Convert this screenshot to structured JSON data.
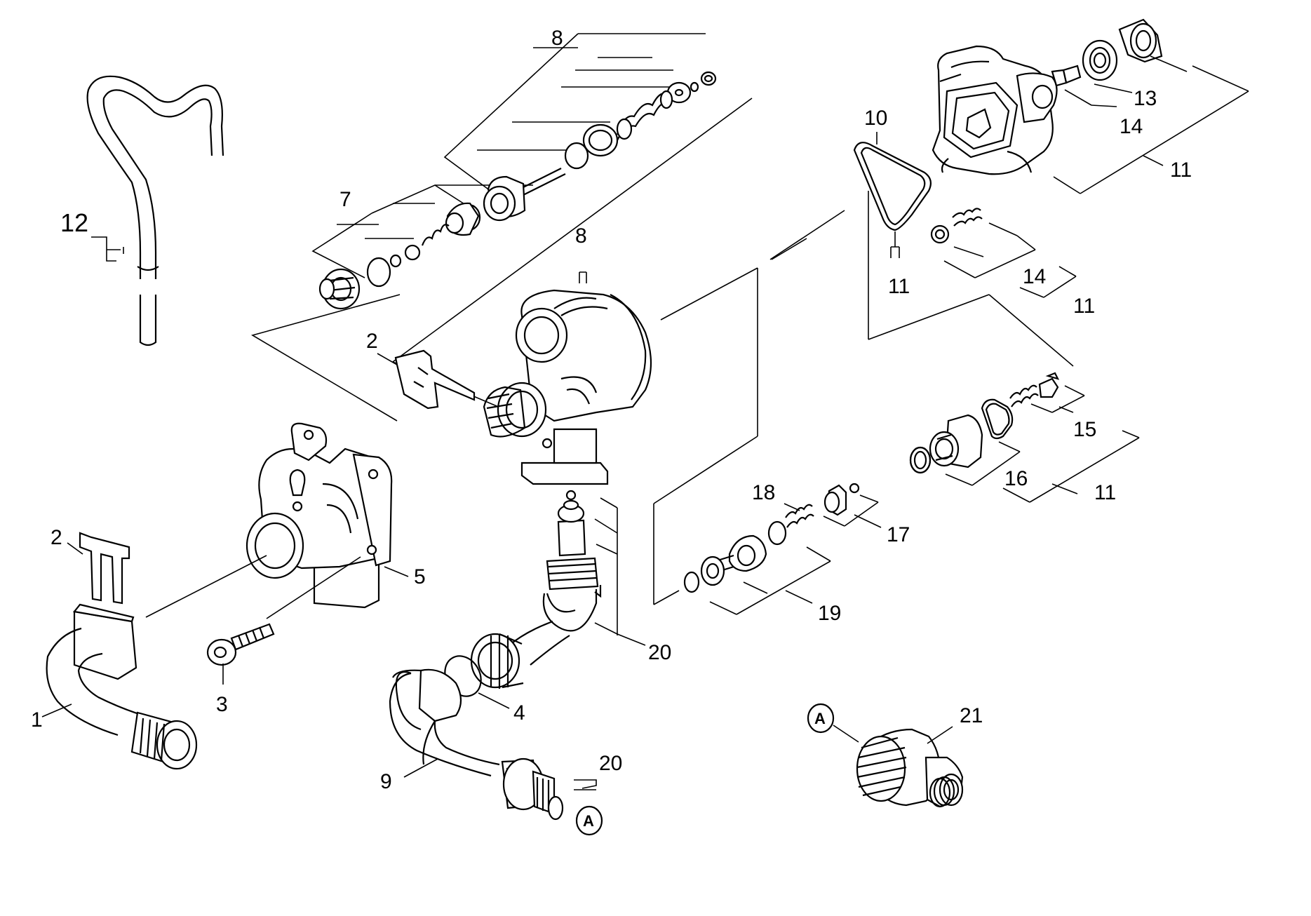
{
  "callouts": {
    "c1": "1",
    "c2a": "2",
    "c2b": "2",
    "c3": "3",
    "c4": "4",
    "c5": "5",
    "c7": "7",
    "c8a": "8",
    "c8b": "8",
    "c9": "9",
    "c10": "10",
    "c11a": "11",
    "c11b": "11",
    "c11c": "11",
    "c11d": "11",
    "c12": "12",
    "c13": "13",
    "c14a": "14",
    "c14b": "14",
    "c15": "15",
    "c16": "16",
    "c17": "17",
    "c18": "18",
    "c19": "19",
    "c20a": "20",
    "c20b": "20",
    "c21": "21"
  },
  "connectors": {
    "a1": "A",
    "a2": "A"
  }
}
